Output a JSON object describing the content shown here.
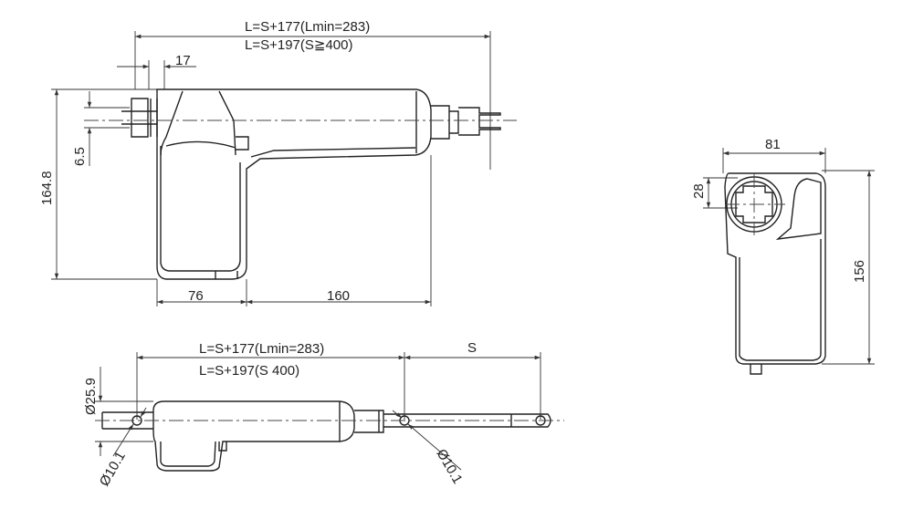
{
  "top_view": {
    "overall_length_line1": "L=S+177(Lmin=283)",
    "overall_length_line2": "L=S+197(S≧400)",
    "dim_17": "17",
    "dim_6_5": "6.5",
    "dim_164_8": "164.8",
    "dim_76": "76",
    "dim_160": "160"
  },
  "end_view": {
    "dim_81": "81",
    "dim_28": "28",
    "dim_156": "156"
  },
  "side_view": {
    "overall_length_line1": "L=S+177(Lmin=283)",
    "overall_length_line2": "L=S+197(S  400)",
    "stroke_label": "S",
    "dia_tube": "Ø25.9",
    "dia_hole_rear": "Ø10.1",
    "dia_hole_front": "Ø10.1"
  },
  "colors": {
    "line": "#222222",
    "background": "#ffffff"
  }
}
